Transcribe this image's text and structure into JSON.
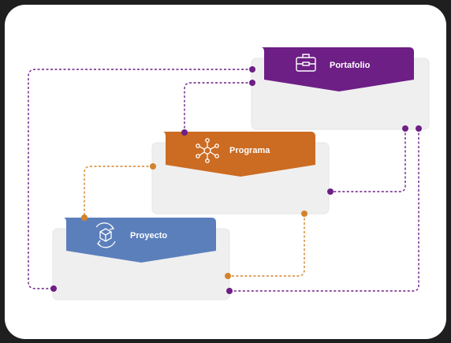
{
  "diagram": {
    "nodes": [
      {
        "id": "portafolio",
        "label": "Portafolio",
        "icon": "briefcase-icon",
        "color": "#6d1f86"
      },
      {
        "id": "programa",
        "label": "Programa",
        "icon": "network-hub-icon",
        "color": "#cc6b22"
      },
      {
        "id": "proyecto",
        "label": "Proyecto",
        "icon": "box-cycle-icon",
        "color": "#5b7fbb"
      }
    ],
    "connector_colors": {
      "purple": "#6d1f86",
      "orange": "#d3822c"
    },
    "panel_color": "#efefef",
    "background_color": "#1f1f1f"
  }
}
